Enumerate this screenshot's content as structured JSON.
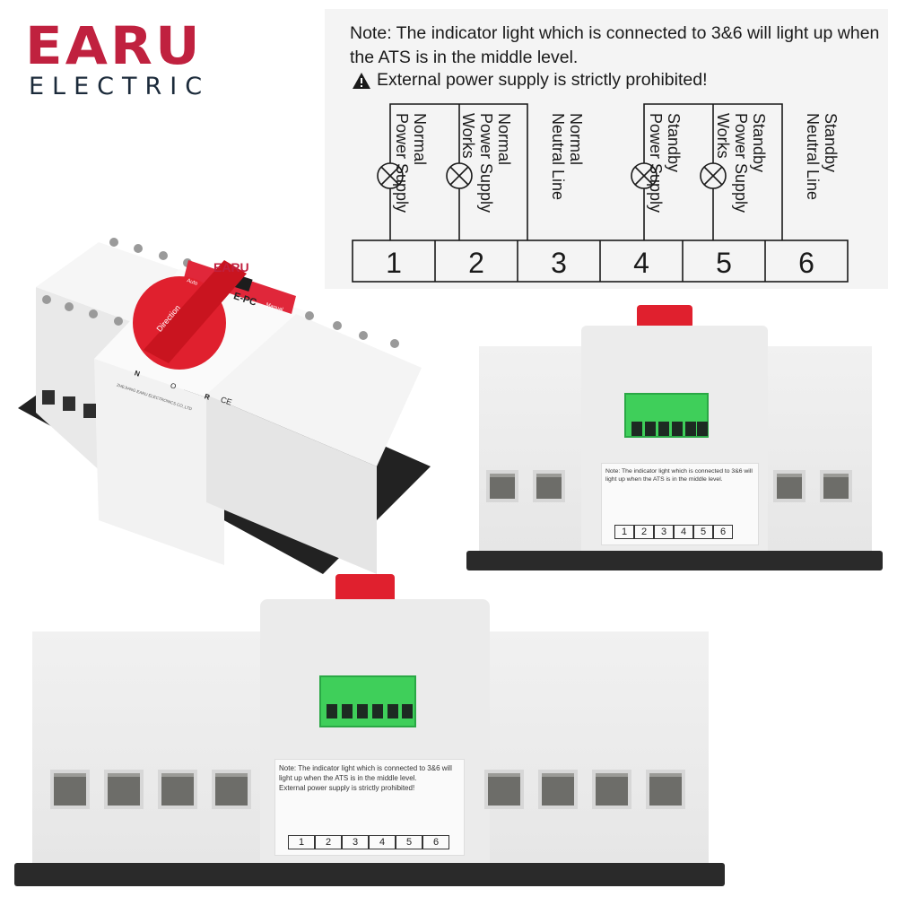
{
  "brand": {
    "name": "EARU",
    "subtitle": "ELECTRIC",
    "color_primary": "#c0213f",
    "color_secondary": "#1b2a3a"
  },
  "wiring_diagram": {
    "note": "Note: The indicator light which is connected to 3&6 will light up when the ATS is in the middle level.",
    "warning": "External power supply is strictly prohibited!",
    "terminals": [
      {
        "number": "1",
        "label_line1": "Normal",
        "label_line2": "Power Supply",
        "label_line3": "",
        "has_lamp": true
      },
      {
        "number": "2",
        "label_line1": "Normal",
        "label_line2": "Power Supply",
        "label_line3": "Works",
        "has_lamp": true
      },
      {
        "number": "3",
        "label_line1": "Normal",
        "label_line2": "Neutral Line",
        "label_line3": "",
        "has_lamp": false
      },
      {
        "number": "4",
        "label_line1": "Standby",
        "label_line2": "Power Supply",
        "label_line3": "",
        "has_lamp": true
      },
      {
        "number": "5",
        "label_line1": "Standby",
        "label_line2": "Power Supply",
        "label_line3": "Works",
        "has_lamp": true
      },
      {
        "number": "6",
        "label_line1": "Standby",
        "label_line2": "Neutral Line",
        "label_line3": "",
        "has_lamp": false
      }
    ]
  },
  "product_views": {
    "angled": {
      "model": "E-PC",
      "knob_text": "Direction",
      "mode_left": "Auto",
      "mode_right": "Manual",
      "positions": [
        "N",
        "O",
        "R"
      ],
      "maker": "ZHEJIANG EARU ELECTRONICS CO.,LTD",
      "cert": "CE"
    },
    "rear_small": {
      "terminal_count": 6
    },
    "rear_large": {
      "terminal_count": 6
    }
  }
}
